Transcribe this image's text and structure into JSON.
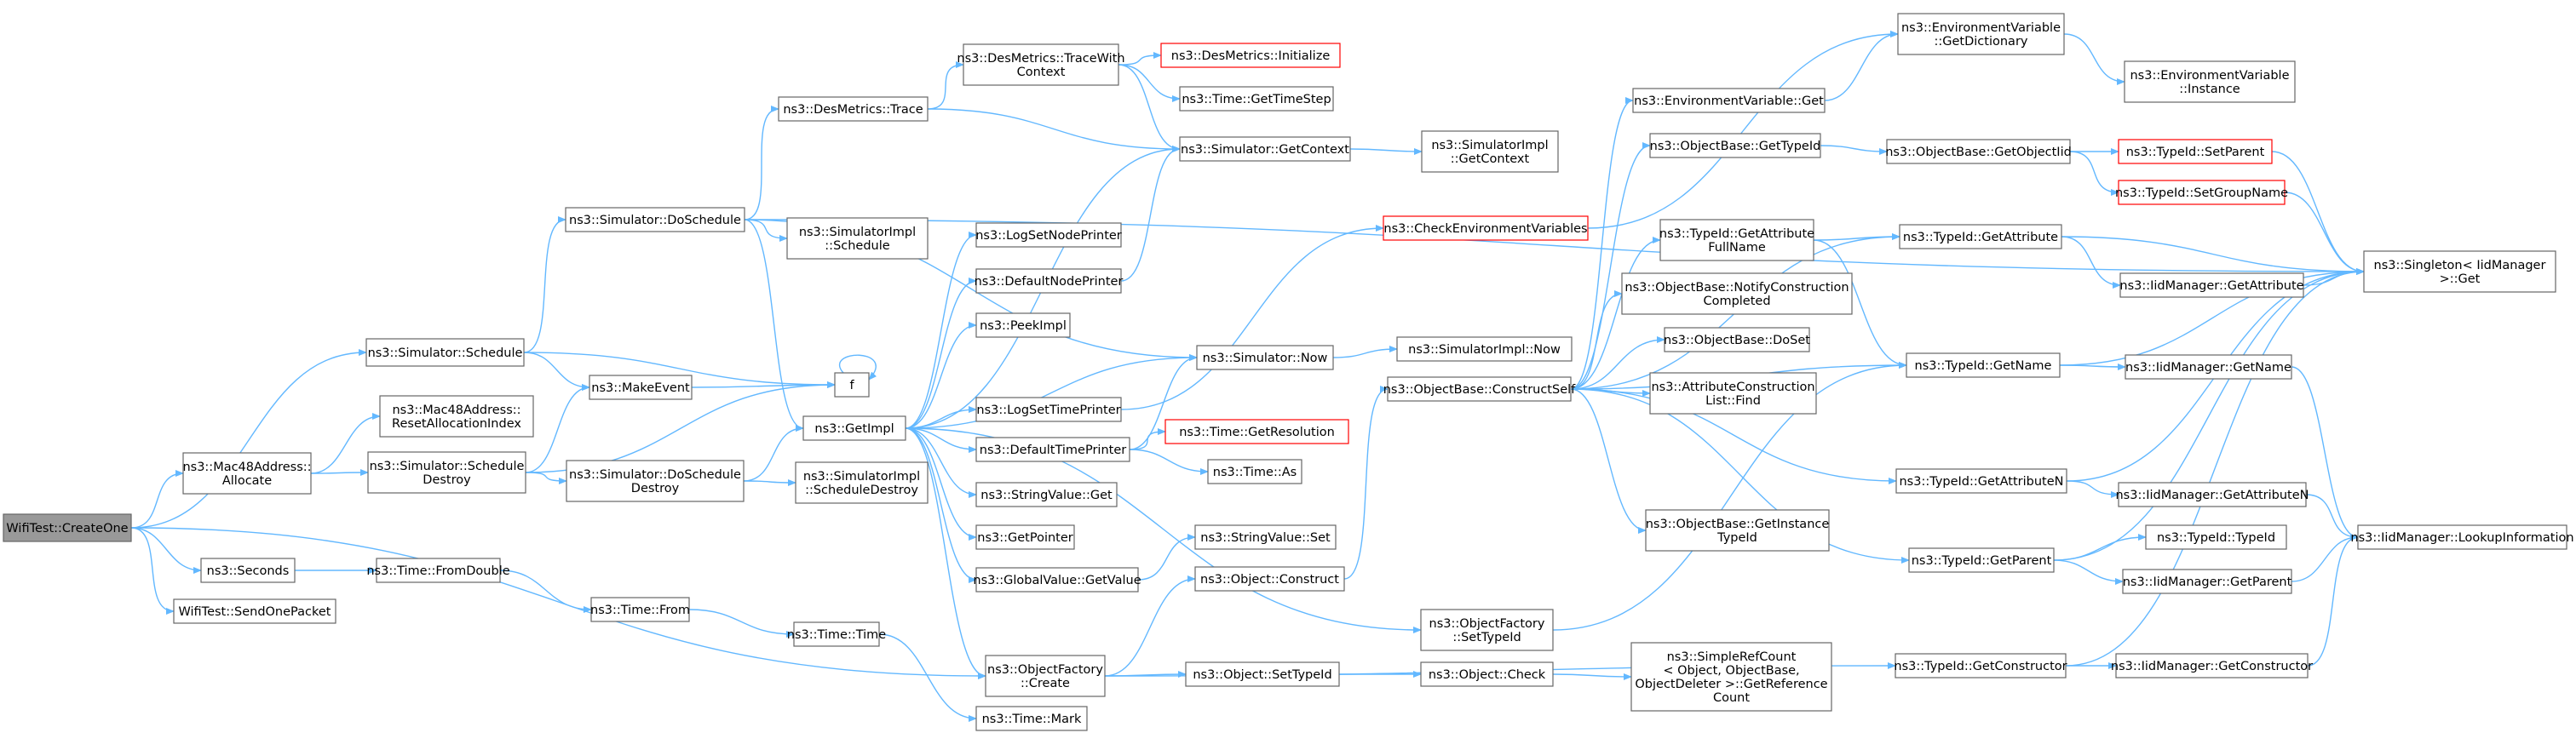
{
  "colors": {
    "edge": "#63b8ff",
    "node_border": "#666666",
    "node_fill": "#ffffff",
    "root_fill": "#999999",
    "root_border": "#666666",
    "highlight_border": "#ff0000"
  },
  "nodes": [
    {
      "id": "n0",
      "lines": [
        "WifiTest::CreateOne"
      ],
      "style": "root"
    },
    {
      "id": "n1",
      "lines": [
        "ns3::Mac48Address::",
        "Allocate"
      ]
    },
    {
      "id": "n2",
      "lines": [
        "ns3::Simulator::Schedule"
      ]
    },
    {
      "id": "n3",
      "lines": [
        "ns3::Seconds"
      ]
    },
    {
      "id": "n4",
      "lines": [
        "WifiTest::SendOnePacket"
      ]
    },
    {
      "id": "n5",
      "lines": [
        "ns3::Simulator::DoSchedule"
      ]
    },
    {
      "id": "n6",
      "lines": [
        "ns3::Mac48Address::",
        "ResetAllocationIndex"
      ]
    },
    {
      "id": "n7",
      "lines": [
        "ns3::MakeEvent"
      ]
    },
    {
      "id": "n8",
      "lines": [
        "ns3::Simulator::Schedule",
        "Destroy"
      ]
    },
    {
      "id": "n9",
      "lines": [
        "ns3::Simulator::DoSchedule",
        "Destroy"
      ]
    },
    {
      "id": "n10",
      "lines": [
        "ns3::Time::FromDouble"
      ]
    },
    {
      "id": "n11",
      "lines": [
        "ns3::Time::From"
      ]
    },
    {
      "id": "n12",
      "lines": [
        "ns3::Time::Time"
      ]
    },
    {
      "id": "n13",
      "lines": [
        "ns3::DesMetrics::Trace"
      ]
    },
    {
      "id": "n14",
      "lines": [
        "ns3::SimulatorImpl",
        "::Schedule"
      ]
    },
    {
      "id": "n15",
      "lines": [
        "f"
      ]
    },
    {
      "id": "n16",
      "lines": [
        "ns3::GetImpl"
      ]
    },
    {
      "id": "n17",
      "lines": [
        "ns3::SimulatorImpl",
        "::ScheduleDestroy"
      ]
    },
    {
      "id": "n18",
      "lines": [
        "ns3::DesMetrics::TraceWith",
        "Context"
      ]
    },
    {
      "id": "n19",
      "lines": [
        "ns3::LogSetNodePrinter"
      ]
    },
    {
      "id": "n20",
      "lines": [
        "ns3::DefaultNodePrinter"
      ]
    },
    {
      "id": "n21",
      "lines": [
        "ns3::PeekImpl"
      ]
    },
    {
      "id": "n22",
      "lines": [
        "ns3::LogSetTimePrinter"
      ]
    },
    {
      "id": "n23",
      "lines": [
        "ns3::DefaultTimePrinter"
      ]
    },
    {
      "id": "n24",
      "lines": [
        "ns3::StringValue::Get"
      ]
    },
    {
      "id": "n25",
      "lines": [
        "ns3::GetPointer"
      ]
    },
    {
      "id": "n26",
      "lines": [
        "ns3::GlobalValue::GetValue"
      ]
    },
    {
      "id": "n27",
      "lines": [
        "ns3::ObjectFactory",
        "::Create"
      ]
    },
    {
      "id": "n28",
      "lines": [
        "ns3::Time::Mark"
      ]
    },
    {
      "id": "n29",
      "lines": [
        "ns3::DesMetrics::Initialize"
      ],
      "style": "highlight"
    },
    {
      "id": "n30",
      "lines": [
        "ns3::Time::GetTimeStep"
      ]
    },
    {
      "id": "n31",
      "lines": [
        "ns3::Simulator::GetContext"
      ]
    },
    {
      "id": "n32",
      "lines": [
        "ns3::Simulator::Now"
      ]
    },
    {
      "id": "n33",
      "lines": [
        "ns3::Time::GetResolution"
      ],
      "style": "highlight"
    },
    {
      "id": "n34",
      "lines": [
        "ns3::Time::As"
      ]
    },
    {
      "id": "n35",
      "lines": [
        "ns3::StringValue::Set"
      ]
    },
    {
      "id": "n36",
      "lines": [
        "ns3::Object::Construct"
      ]
    },
    {
      "id": "n37",
      "lines": [
        "ns3::Object::SetTypeId"
      ]
    },
    {
      "id": "n38",
      "lines": [
        "ns3::SimulatorImpl",
        "::GetContext"
      ]
    },
    {
      "id": "n39",
      "lines": [
        "ns3::SimulatorImpl::Now"
      ]
    },
    {
      "id": "n40",
      "lines": [
        "ns3::CheckEnvironmentVariables"
      ],
      "style": "highlight"
    },
    {
      "id": "n41",
      "lines": [
        "ns3::ObjectBase::ConstructSelf"
      ]
    },
    {
      "id": "n42",
      "lines": [
        "ns3::ObjectFactory",
        "::SetTypeId"
      ]
    },
    {
      "id": "n43",
      "lines": [
        "ns3::Object::Check"
      ]
    },
    {
      "id": "n44",
      "lines": [
        "ns3::EnvironmentVariable::Get"
      ]
    },
    {
      "id": "n45",
      "lines": [
        "ns3::ObjectBase::GetTypeId"
      ]
    },
    {
      "id": "n46",
      "lines": [
        "ns3::TypeId::GetAttribute",
        "FullName"
      ]
    },
    {
      "id": "n47",
      "lines": [
        "ns3::ObjectBase::NotifyConstruction",
        "Completed"
      ]
    },
    {
      "id": "n48",
      "lines": [
        "ns3::ObjectBase::DoSet"
      ]
    },
    {
      "id": "n49",
      "lines": [
        "ns3::AttributeConstruction",
        "List::Find"
      ]
    },
    {
      "id": "n50",
      "lines": [
        "ns3::ObjectBase::GetInstance",
        "TypeId"
      ]
    },
    {
      "id": "n51",
      "lines": [
        "ns3::SimpleRefCount",
        "< Object, ObjectBase,",
        "ObjectDeleter >::GetReference",
        "Count"
      ]
    },
    {
      "id": "n52",
      "lines": [
        "ns3::EnvironmentVariable",
        "::GetDictionary"
      ]
    },
    {
      "id": "n53",
      "lines": [
        "ns3::ObjectBase::GetObjectIid"
      ]
    },
    {
      "id": "n54",
      "lines": [
        "ns3::TypeId::GetAttribute"
      ]
    },
    {
      "id": "n55",
      "lines": [
        "ns3::TypeId::GetName"
      ]
    },
    {
      "id": "n56",
      "lines": [
        "ns3::TypeId::GetAttributeN"
      ]
    },
    {
      "id": "n57",
      "lines": [
        "ns3::TypeId::GetParent"
      ]
    },
    {
      "id": "n58",
      "lines": [
        "ns3::TypeId::GetConstructor"
      ]
    },
    {
      "id": "n59",
      "lines": [
        "ns3::EnvironmentVariable",
        "::Instance"
      ]
    },
    {
      "id": "n60",
      "lines": [
        "ns3::TypeId::SetParent"
      ],
      "style": "highlight"
    },
    {
      "id": "n61",
      "lines": [
        "ns3::TypeId::SetGroupName"
      ],
      "style": "highlight"
    },
    {
      "id": "n62",
      "lines": [
        "ns3::IidManager::GetAttribute"
      ]
    },
    {
      "id": "n63",
      "lines": [
        "ns3::IidManager::GetName"
      ]
    },
    {
      "id": "n64",
      "lines": [
        "ns3::IidManager::GetAttributeN"
      ]
    },
    {
      "id": "n65",
      "lines": [
        "ns3::TypeId::TypeId"
      ]
    },
    {
      "id": "n66",
      "lines": [
        "ns3::IidManager::GetParent"
      ]
    },
    {
      "id": "n67",
      "lines": [
        "ns3::IidManager::GetConstructor"
      ]
    },
    {
      "id": "n68",
      "lines": [
        "ns3::Singleton< IidManager",
        ">::Get"
      ]
    },
    {
      "id": "n69",
      "lines": [
        "ns3::IidManager::LookupInformation"
      ]
    }
  ],
  "edges": [
    [
      "n0",
      "n1"
    ],
    [
      "n0",
      "n2"
    ],
    [
      "n0",
      "n3"
    ],
    [
      "n0",
      "n4"
    ],
    [
      "n0",
      "n27"
    ],
    [
      "n1",
      "n6"
    ],
    [
      "n1",
      "n8"
    ],
    [
      "n2",
      "n5"
    ],
    [
      "n2",
      "n7"
    ],
    [
      "n2",
      "n15"
    ],
    [
      "n3",
      "n10"
    ],
    [
      "n10",
      "n11"
    ],
    [
      "n11",
      "n12"
    ],
    [
      "n12",
      "n28"
    ],
    [
      "n5",
      "n13"
    ],
    [
      "n5",
      "n14"
    ],
    [
      "n5",
      "n16"
    ],
    [
      "n5",
      "n32"
    ],
    [
      "n5",
      "n68"
    ],
    [
      "n7",
      "n15"
    ],
    [
      "n15",
      "n15"
    ],
    [
      "n8",
      "n7"
    ],
    [
      "n8",
      "n9"
    ],
    [
      "n8",
      "n15"
    ],
    [
      "n9",
      "n16"
    ],
    [
      "n9",
      "n17"
    ],
    [
      "n13",
      "n18"
    ],
    [
      "n13",
      "n31"
    ],
    [
      "n18",
      "n29"
    ],
    [
      "n18",
      "n30"
    ],
    [
      "n18",
      "n31"
    ],
    [
      "n16",
      "n19"
    ],
    [
      "n16",
      "n20"
    ],
    [
      "n16",
      "n21"
    ],
    [
      "n16",
      "n22"
    ],
    [
      "n16",
      "n23"
    ],
    [
      "n16",
      "n24"
    ],
    [
      "n16",
      "n25"
    ],
    [
      "n16",
      "n26"
    ],
    [
      "n16",
      "n27"
    ],
    [
      "n16",
      "n31"
    ],
    [
      "n16",
      "n32"
    ],
    [
      "n16",
      "n42"
    ],
    [
      "n20",
      "n31"
    ],
    [
      "n22",
      "n40"
    ],
    [
      "n23",
      "n32"
    ],
    [
      "n23",
      "n33"
    ],
    [
      "n23",
      "n34"
    ],
    [
      "n26",
      "n35"
    ],
    [
      "n27",
      "n36"
    ],
    [
      "n27",
      "n37"
    ],
    [
      "n27",
      "n58"
    ],
    [
      "n31",
      "n38"
    ],
    [
      "n32",
      "n39"
    ],
    [
      "n36",
      "n41"
    ],
    [
      "n37",
      "n43"
    ],
    [
      "n43",
      "n51"
    ],
    [
      "n40",
      "n52"
    ],
    [
      "n41",
      "n44"
    ],
    [
      "n41",
      "n45"
    ],
    [
      "n41",
      "n46"
    ],
    [
      "n41",
      "n47"
    ],
    [
      "n41",
      "n48"
    ],
    [
      "n41",
      "n49"
    ],
    [
      "n41",
      "n50"
    ],
    [
      "n41",
      "n54"
    ],
    [
      "n41",
      "n55"
    ],
    [
      "n41",
      "n56"
    ],
    [
      "n41",
      "n57"
    ],
    [
      "n42",
      "n55"
    ],
    [
      "n44",
      "n52"
    ],
    [
      "n52",
      "n59"
    ],
    [
      "n45",
      "n53"
    ],
    [
      "n53",
      "n60"
    ],
    [
      "n53",
      "n61"
    ],
    [
      "n60",
      "n68"
    ],
    [
      "n61",
      "n68"
    ],
    [
      "n46",
      "n54"
    ],
    [
      "n46",
      "n55"
    ],
    [
      "n54",
      "n62"
    ],
    [
      "n54",
      "n68"
    ],
    [
      "n55",
      "n63"
    ],
    [
      "n55",
      "n68"
    ],
    [
      "n56",
      "n64"
    ],
    [
      "n56",
      "n68"
    ],
    [
      "n57",
      "n65"
    ],
    [
      "n57",
      "n66"
    ],
    [
      "n57",
      "n68"
    ],
    [
      "n58",
      "n67"
    ],
    [
      "n58",
      "n68"
    ],
    [
      "n62",
      "n68"
    ],
    [
      "n63",
      "n69"
    ],
    [
      "n64",
      "n69"
    ],
    [
      "n66",
      "n69"
    ],
    [
      "n67",
      "n69"
    ]
  ]
}
